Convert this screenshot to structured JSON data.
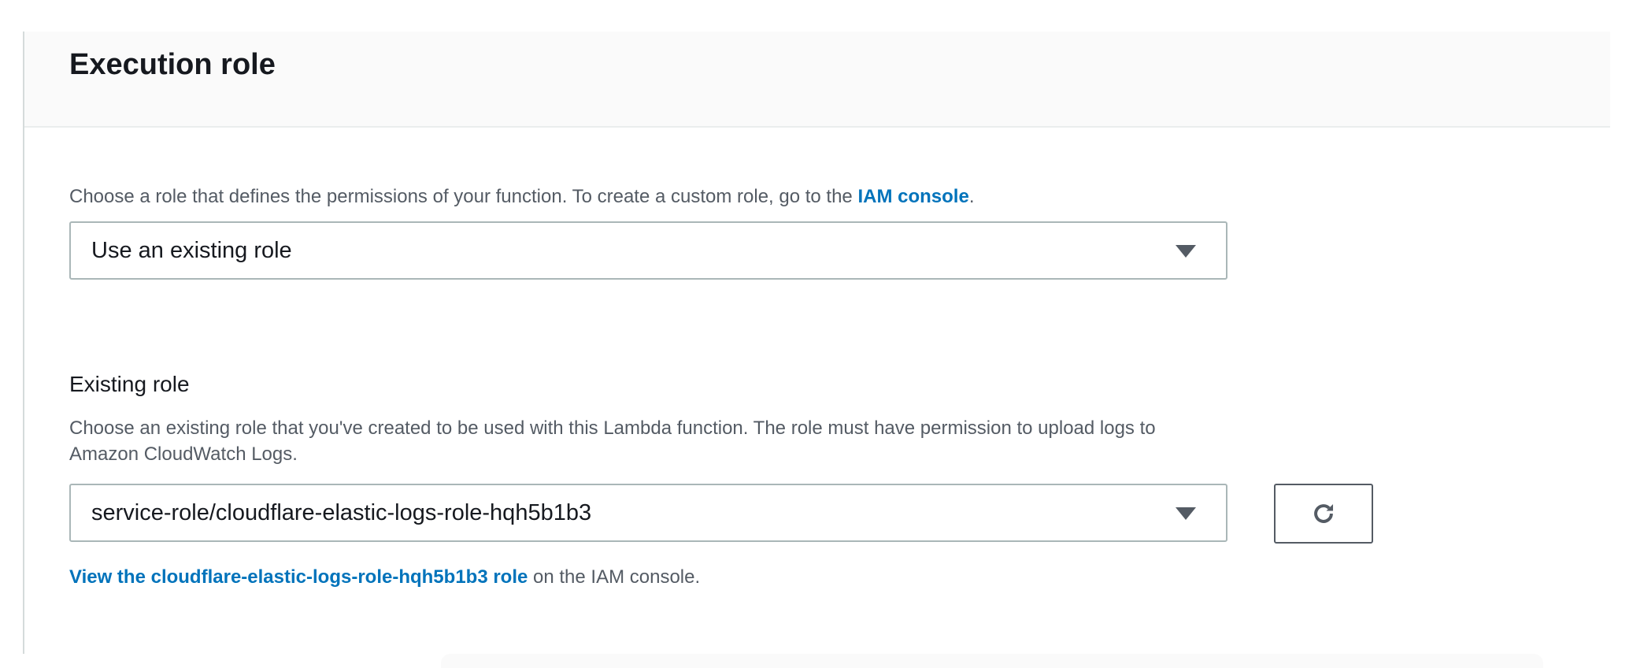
{
  "section": {
    "title": "Execution role",
    "description_prefix": "Choose a role that defines the permissions of your function. To create a custom role, go to the ",
    "description_link": "IAM console",
    "description_suffix": ".",
    "role_type_select": {
      "value": "Use an existing role",
      "icon": "caret-down-icon"
    }
  },
  "existing_role": {
    "label": "Existing role",
    "description_line1": "Choose an existing role that you've created to be used with this Lambda function. The role must have permission to upload logs to",
    "description_line2": "Amazon CloudWatch Logs.",
    "select": {
      "value": "service-role/cloudflare-elastic-logs-role-hqh5b1b3",
      "icon": "caret-down-icon"
    },
    "refresh_icon": "refresh-icon",
    "view_link": "View the cloudflare-elastic-logs-role-hqh5b1b3 role",
    "view_suffix": " on the IAM console."
  },
  "colors": {
    "link": "#0073bb",
    "header_bg": "#fafafa",
    "secondary_text": "#545b64"
  }
}
